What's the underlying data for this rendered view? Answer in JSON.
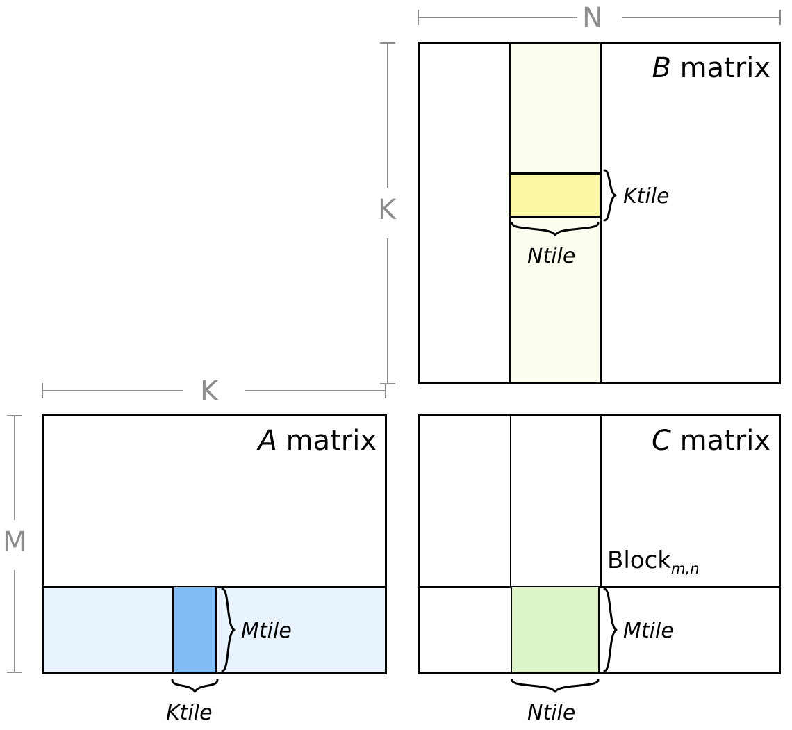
{
  "diagram": {
    "title_a": "A matrix",
    "title_b": "B matrix",
    "title_c": "C matrix",
    "matrix_var_a": "A",
    "matrix_var_b": "B",
    "matrix_var_c": "C",
    "matrix_word": "matrix"
  },
  "dimensions": {
    "n_label": "N",
    "k_vertical_label": "K",
    "k_horizontal_label": "K",
    "m_label": "M"
  },
  "tiles": {
    "ktile": "Ktile",
    "ntile": "Ntile",
    "mtile": "Mtile"
  },
  "block": {
    "name": "Block",
    "subscript": "m,n"
  },
  "colors": {
    "outline": "#000000",
    "dimension_gray": "#8c8c8c",
    "b_column_band": "#fdfdf0",
    "b_tile_yellow": "#fbf7a5",
    "a_row_band": "#e9f3fd",
    "a_tile_blue": "#82bcf4",
    "c_tile_green": "#ddf5c8",
    "background": "#ffffff"
  },
  "labels": {
    "b_ktile": "Ktile",
    "b_ntile": "Ntile",
    "a_mtile": "Mtile",
    "a_ktile": "Ktile",
    "c_mtile": "Mtile",
    "c_ntile": "Ntile"
  }
}
